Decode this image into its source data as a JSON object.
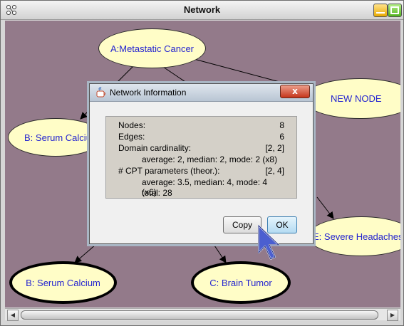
{
  "window": {
    "title": "Network"
  },
  "nodes": {
    "a": {
      "label": "A:Metastatic Cancer"
    },
    "b_top": {
      "label": "B: Serum Calcium"
    },
    "new": {
      "label": "NEW NODE"
    },
    "e": {
      "label": "E: Severe Headaches"
    },
    "b_bottom": {
      "label": "B: Serum Calcium"
    },
    "c": {
      "label": "C:  Brain Tumor"
    }
  },
  "dialog": {
    "title": "Network Information",
    "close_label": "x",
    "rows": {
      "nodes_label": "Nodes:",
      "nodes_value": "8",
      "edges_label": "Edges:",
      "edges_value": "6",
      "domain_label": "Domain cardinality:",
      "domain_value": "[2, 2]",
      "domain_stats": "average: 2, median: 2, mode: 2 (x8)",
      "cpt_label": "# CPT parameters (theor.):",
      "cpt_value": "[2, 4]",
      "cpt_stats": "average: 3.5, median: 4, mode: 4 (x6)",
      "cpt_total": "total: 28"
    },
    "copy_label": "Copy",
    "ok_label": "OK"
  },
  "colors": {
    "canvas": "#937a8a",
    "node_fill": "#fffdc7",
    "node_text": "#2424d0"
  }
}
